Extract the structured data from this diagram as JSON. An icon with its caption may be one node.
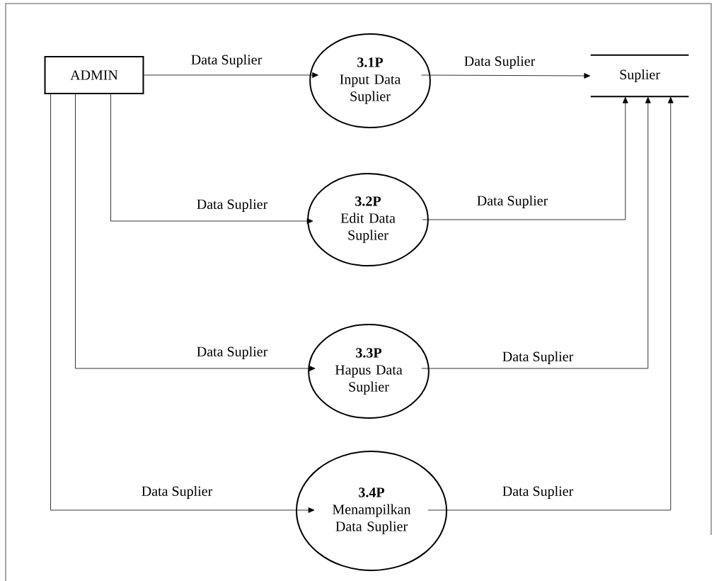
{
  "diagram": {
    "nodes": [
      {
        "text": [
          "ADMIN"
        ]
      },
      {
        "text": [
          "3.1P",
          "Input Data Suplier"
        ]
      },
      {
        "text": [
          "3.2P",
          "Edit Data Suplier"
        ]
      },
      {
        "text": [
          "3.3P",
          "Hapus Data Suplier"
        ]
      },
      {
        "text": [
          "3.4P",
          "Menampilkan Data Suplier"
        ]
      },
      {
        "text": [
          "Suplier"
        ]
      }
    ],
    "edges": [
      {
        "from": 0,
        "to": 1,
        "arrow": "to",
        "label": "Data Suplier"
      },
      {
        "from": 1,
        "to": 5,
        "arrow": "to",
        "label": "Data Suplier"
      },
      {
        "from": 0,
        "to": 2,
        "arrow": "to",
        "label": "Data Suplier"
      },
      {
        "from": 2,
        "to": 5,
        "arrow": "to",
        "label": "Data Suplier"
      },
      {
        "from": 0,
        "to": 3,
        "arrow": "to",
        "label": "Data Suplier"
      },
      {
        "from": 3,
        "to": 5,
        "arrow": "to",
        "label": "Data Suplier"
      },
      {
        "from": 0,
        "to": 4,
        "arrow": "to",
        "label": "Data Suplier"
      },
      {
        "from": 4,
        "to": 5,
        "arrow": "to",
        "label": "Data Suplier"
      }
    ]
  }
}
